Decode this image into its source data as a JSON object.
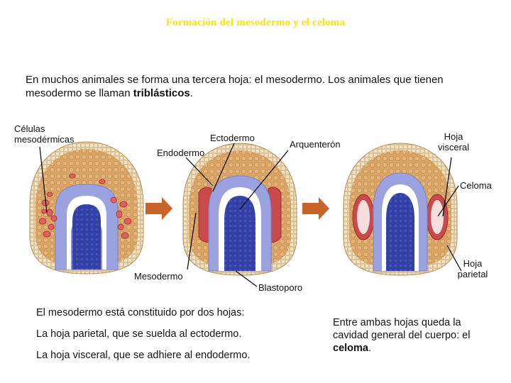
{
  "title": "Formación del mesodermo y el celoma",
  "intro": {
    "text": "En muchos animales se forma una tercera hoja: el mesodermo. Los animales que tienen mesodermo se llaman ",
    "bold": "triblásticos",
    "end": "."
  },
  "labels": {
    "celulas_line1": "Células",
    "celulas_line2": "mesodérmicas",
    "ectodermo": "Ectodermo",
    "endodermo": "Endodermo",
    "arquenteron": "Arquenterón",
    "hoja_visceral_line1": "Hoja",
    "hoja_visceral_line2": "visceral",
    "celoma": "Celoma",
    "mesodermo": "Mesodermo",
    "blastoporo": "Blastoporo",
    "hoja_parietal_line1": "Hoja",
    "hoja_parietal_line2": "parietal"
  },
  "bottom_left": {
    "line1": "El mesodermo está constituido por dos hojas:",
    "parietal_bold": "La hoja parietal",
    "parietal_rest": ", que se suelda al ectodermo.",
    "visceral_bold": "La hoja visceral",
    "visceral_rest": ", que se adhiere al endodermo."
  },
  "bottom_right": {
    "text": "Entre ambas hojas queda la cavidad general del cuerpo: el ",
    "bold": "celoma",
    "end": "."
  },
  "colors": {
    "title": "#f5e800",
    "ectoderm": "#d4a96a",
    "endoderm": "#8e96d8",
    "inner_endoderm": "#2f3ca0",
    "mesoderm": "#c84a4a",
    "arrow": "#c8642a"
  }
}
